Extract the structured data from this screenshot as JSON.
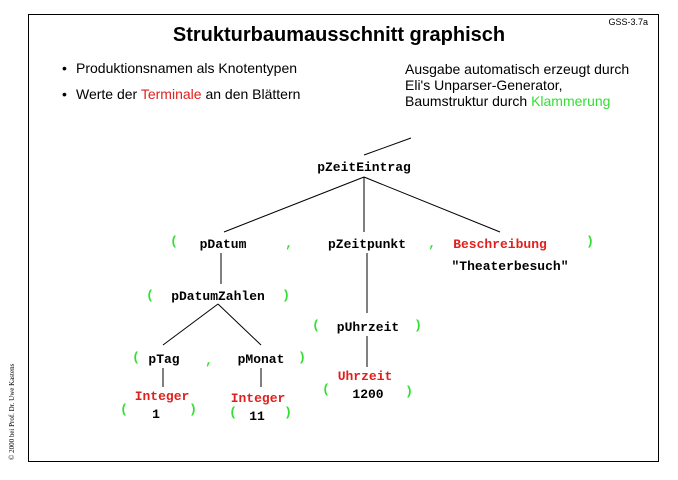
{
  "slide": {
    "id": "GSS-3.7a",
    "title": "Strukturbaumausschnitt graphisch",
    "copyright": "© 2000 bei Prof. Dr. Uwe Kastens"
  },
  "bullets": {
    "b1": "Produktionsnamen als Knotentypen",
    "b2_pre": "Werte der ",
    "b2_hl": "Terminale",
    "b2_post": " an den Blättern"
  },
  "note": {
    "line1": "Ausgabe automatisch erzeugt durch",
    "line2": "Eli's Unparser-Generator,",
    "line3_pre": "Baumstruktur durch ",
    "line3_hl": "Klammerung"
  },
  "tree": {
    "root": "pZeitEintrag",
    "pDatum": "pDatum",
    "pZeitpunkt": "pZeitpunkt",
    "beschreibung": "Beschreibung",
    "theater": "\"Theaterbesuch\"",
    "pDatumZahlen": "pDatumZahlen",
    "pUhrzeit": "pUhrzeit",
    "pTag": "pTag",
    "pMonat": "pMonat",
    "uhrzeit": "Uhrzeit",
    "v1200": "1200",
    "integer1": "Integer",
    "v1": "1",
    "integer2": "Integer",
    "v11": "11",
    "lparen": "(",
    "rparen": ")",
    "comma": ","
  }
}
